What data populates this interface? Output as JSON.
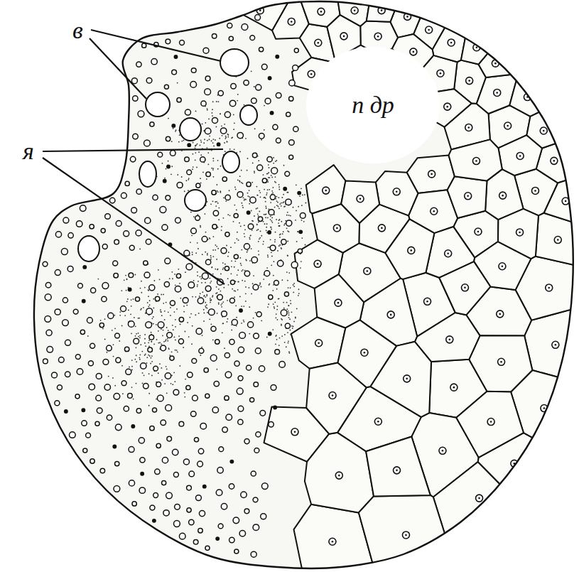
{
  "diagram": {
    "labels": [
      "в",
      "я",
      "п др"
    ]
  }
}
